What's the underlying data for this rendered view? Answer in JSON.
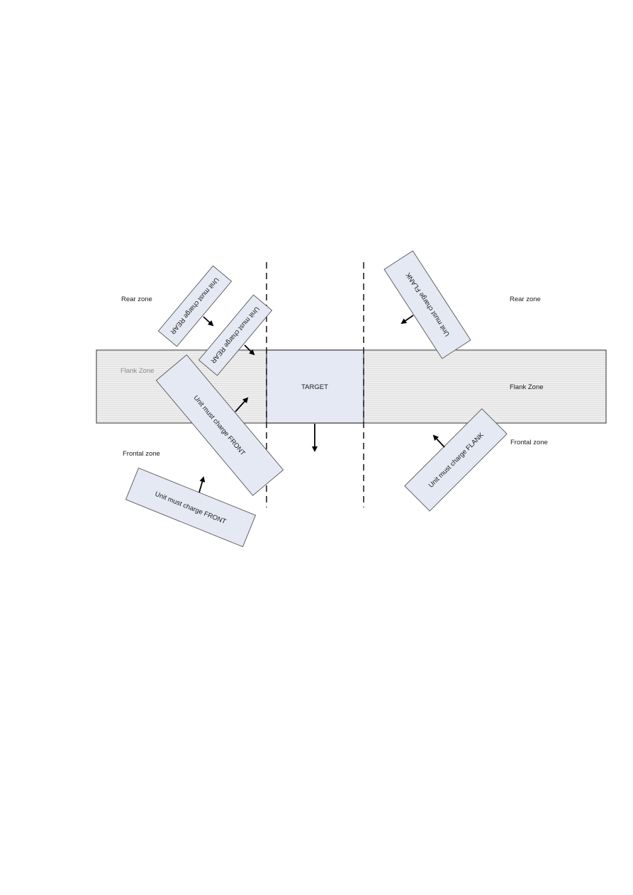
{
  "zones": {
    "rear_left": "Rear zone",
    "rear_right": "Rear zone",
    "flank_left": "Flank Zone",
    "flank_right": "Flank Zone",
    "frontal_left": "Frontal zone",
    "frontal_right": "Frontal zone"
  },
  "target": {
    "label": "TARGET"
  },
  "units": [
    {
      "label": "Unit must charge REAR"
    },
    {
      "label": "Unit must charge REAR"
    },
    {
      "label": "Unit must charge FRONT"
    },
    {
      "label": "Unit must charge FRONT"
    },
    {
      "label": "Unit must charge FLANK"
    },
    {
      "label": "Unit must charge FLANK"
    }
  ],
  "colors": {
    "unit_fill": "#e4e9f3",
    "strip_fill": "#f2f2f2",
    "stripe_line": "#c8c8c8",
    "outline": "#333333"
  }
}
